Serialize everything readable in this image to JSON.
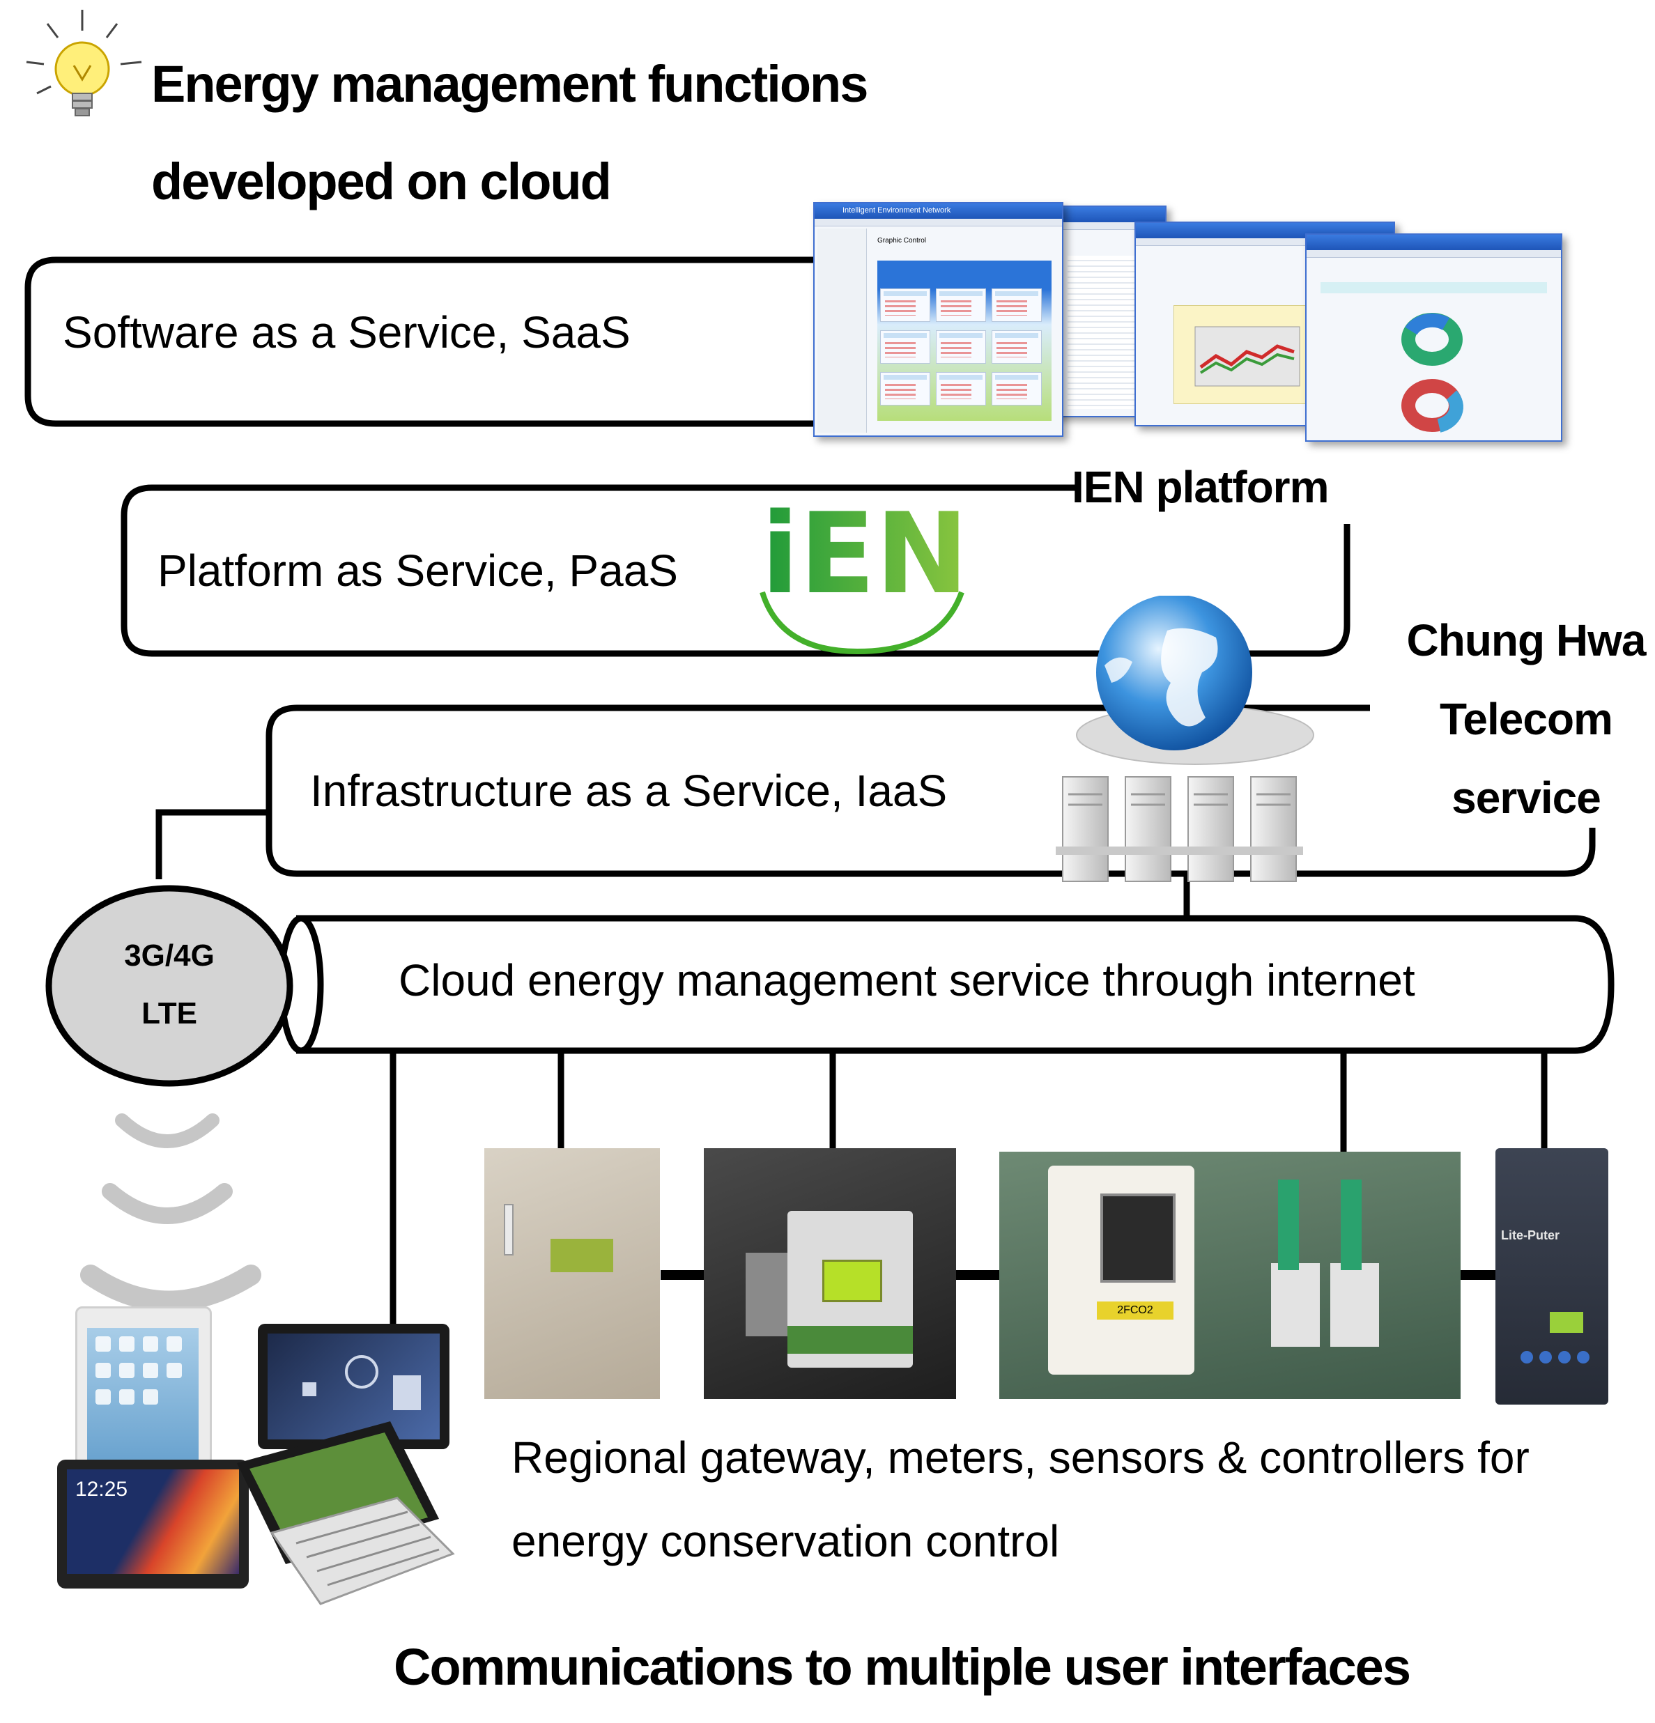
{
  "title": {
    "line1": "Energy management functions",
    "line2": "developed on cloud"
  },
  "layers": {
    "saas": "Software as a Service, SaaS",
    "paas": "Platform as Service, PaaS",
    "iaas": "Infrastructure as a Service, IaaS",
    "internet": "Cloud energy management service through internet"
  },
  "callouts": {
    "ien_platform": "IEN platform",
    "telecom_line1": "Chung Hwa",
    "telecom_line2": "Telecom",
    "telecom_line3": "service"
  },
  "mobile_network": {
    "line1": "3G/4G",
    "line2": "LTE"
  },
  "field_devices": {
    "line1": "Regional gateway, meters, sensors & controllers for",
    "line2": "energy conservation control"
  },
  "footer": "Communications to multiple user interfaces",
  "logo_text": "iEN",
  "screenshot_text": {
    "app_name": "Intelligent Environment Network",
    "panel_title": "Graphic Control"
  },
  "tablet_text": {
    "clock": "12:25"
  },
  "photo_text": {
    "sensor_tag": "2FCO2",
    "controller_brand": "Lite-Puter"
  },
  "colors": {
    "line": "#000000",
    "bubble_fill": "#d4d4d4",
    "logo_green": "#3aae2a",
    "window_blue": "#3a7be0"
  }
}
